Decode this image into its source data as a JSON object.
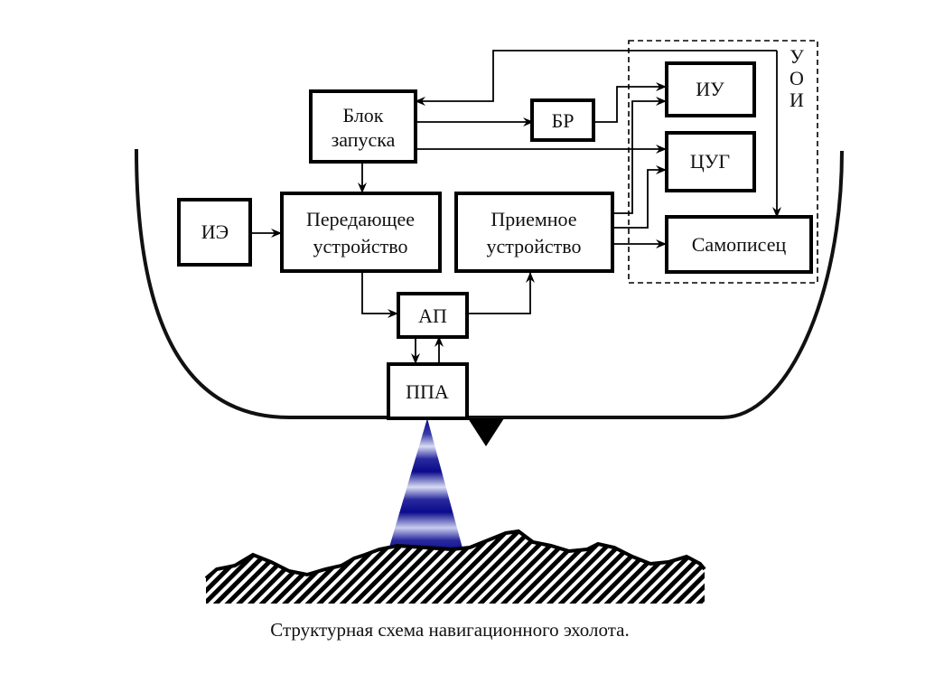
{
  "diagram": {
    "title": "Структурная схема навигационного эхолота.",
    "blocks": {
      "launch": [
        "Блок",
        "запуска"
      ],
      "br": "БР",
      "iu": "ИУ",
      "tsug": "ЦУГ",
      "recorder": "Самописец",
      "ie": "ИЭ",
      "transmitter": [
        "Передающее",
        "устройство"
      ],
      "receiver": [
        "Приемное",
        "устройство"
      ],
      "ap": "АП",
      "ppa": "ППА"
    },
    "group_label": [
      "У",
      "О",
      "И"
    ],
    "colors": {
      "beam_dark": "#0a0a8c",
      "beam_light": "#d8dcf4",
      "line": "#000000"
    }
  }
}
